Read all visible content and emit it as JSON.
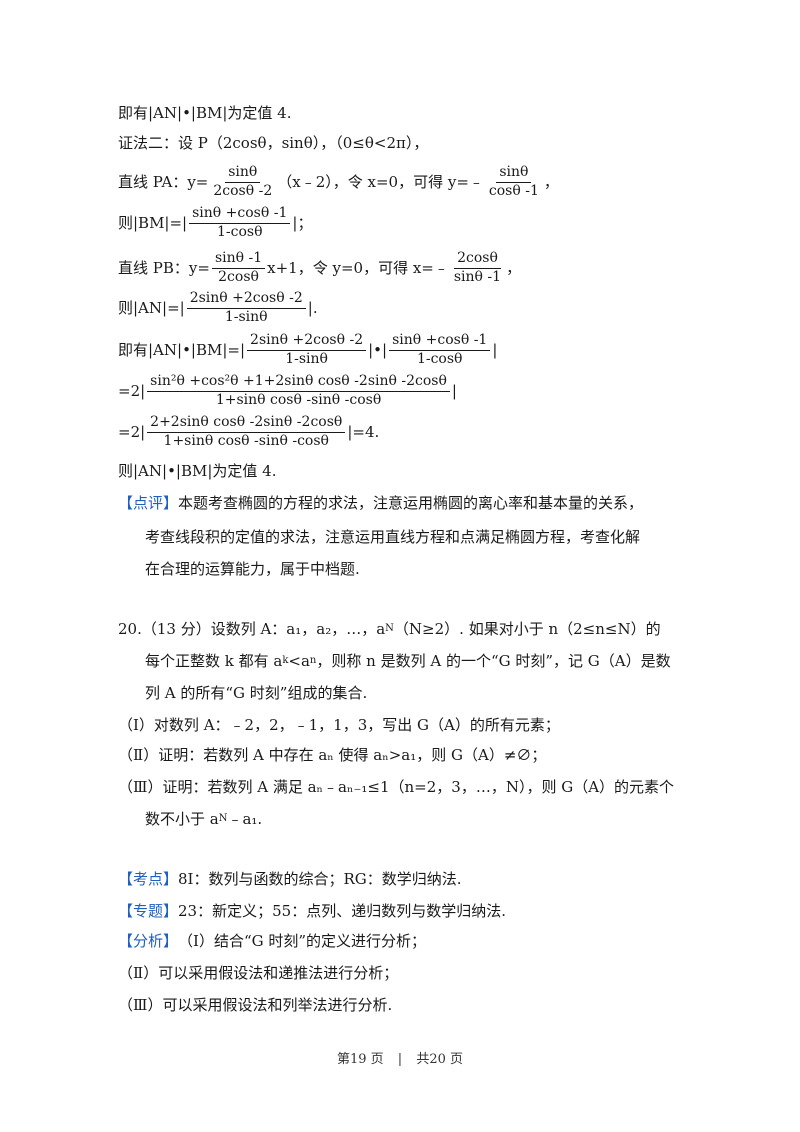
{
  "content": {
    "l1": "即有|AN|•|BM|为定值 4.",
    "l2": "证法二：设 P（2cosθ，sinθ），（0≤θ<2π），",
    "l3a": "直线 PA：y=",
    "l3num": "sinθ",
    "l3den": "2cosθ -2",
    "l3b": "（x﹣2），令 x=0，可得 y=﹣",
    "l3num2": "sinθ",
    "l3den2": "cosθ -1",
    "l3c": "，",
    "l4a": "则|BM|=|",
    "l4num": "sinθ +cosθ -1",
    "l4den": "1-cosθ",
    "l4b": "|；",
    "l5a": "直线 PB：y=",
    "l5num": "sinθ -1",
    "l5den": "2cosθ",
    "l5b": "x+1，令 y=0，可得 x=﹣",
    "l5num2": "2cosθ",
    "l5den2": "sinθ -1",
    "l5c": "，",
    "l6a": "则|AN|=|",
    "l6num": "2sinθ +2cosθ -2",
    "l6den": "1-sinθ",
    "l6b": "|.",
    "l7a": "即有|AN|•|BM|=|",
    "l7num": "2sinθ +2cosθ -2",
    "l7den": "1-sinθ",
    "l7b": "|•|",
    "l7num2": "sinθ +cosθ -1",
    "l7den2": "1-cosθ",
    "l7c": "|",
    "l8a": "=2|",
    "l8num": "sin²θ +cos²θ +1+2sinθ cosθ -2sinθ -2cosθ",
    "l8den": "1+sinθ cosθ -sinθ -cosθ",
    "l8b": "|",
    "l9a": "=2|",
    "l9num": "2+2sinθ cosθ -2sinθ -2cosθ",
    "l9den": "1+sinθ cosθ -sinθ -cosθ",
    "l9b": "|=4.",
    "l10": "则|AN|•|BM|为定值 4.",
    "review_tag": "【点评】",
    "review1": "本题考查椭圆的方程的求法，注意运用椭圆的离心率和基本量的关系，",
    "review2": "考查线段积的定值的求法，注意运用直线方程和点满足椭圆方程，考查化解",
    "review3": "在合理的运算能力，属于中档题.",
    "q20a": "20.（13 分）设数列 A：a₁，a₂，…，a",
    "q20N": "N",
    "q20b": "（N≥2）. 如果对小于 n（2≤n≤N）的",
    "q20c": "每个正整数 k 都有 a",
    "q20k": "k",
    "q20d": "<a",
    "q20n": "n",
    "q20e": "，则称 n 是数列 A 的一个“G 时刻”，记 G（A）是数",
    "q20f": "列 A 的所有“G 时刻”组成的集合.",
    "p1": "（Ⅰ）对数列 A：﹣2，2，﹣1，1，3，写出 G（A）的所有元素；",
    "p2": "（Ⅱ）证明：若数列 A 中存在 aₙ 使得 aₙ>a₁，则 G（A）≠∅；",
    "p3a": "（Ⅲ）证明：若数列 A 满足 aₙ﹣aₙ₋₁≤1（n=2，3，…，N），则 G（A）的元素个",
    "p3b": "数不小于 a",
    "p3N": "N",
    "p3c": "﹣a₁.",
    "kd_tag": "【考点】",
    "kd": "8I：数列与函数的综合；RG：数学归纳法.",
    "zt_tag": "【专题】",
    "zt": "23：新定义；55：点列、递归数列与数学归纳法.",
    "fx_tag": "【分析】",
    "fx1": "（Ⅰ）结合“G 时刻”的定义进行分析；",
    "fx2": "（Ⅱ）可以采用假设法和递推法进行分析；",
    "fx3": "（Ⅲ）可以采用假设法和列举法进行分析."
  },
  "footer": {
    "page": "第19 页",
    "sep": "|",
    "total": "共20 页"
  },
  "colors": {
    "tag": "#1f5fbf",
    "text": "#1a1a1a"
  }
}
